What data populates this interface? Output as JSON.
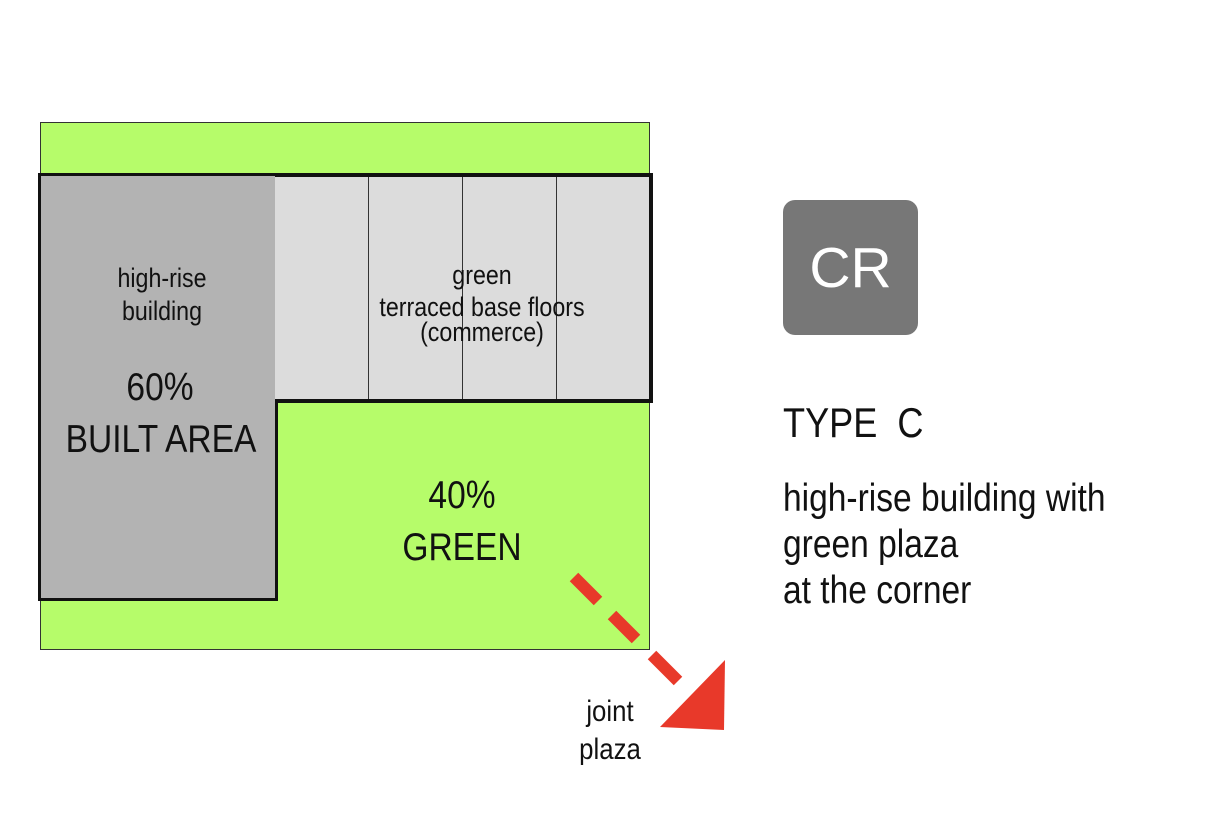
{
  "diagram": {
    "tower": {
      "label_line1": "high-rise",
      "label_line2": "building",
      "percent": "60%",
      "area_label": "BUILT AREA"
    },
    "base": {
      "label_line1": "green",
      "label_line2": "terraced base floors",
      "label_line3": "(commerce)"
    },
    "green": {
      "percent": "40%",
      "label": "GREEN"
    },
    "plaza": {
      "label_line1": "joint",
      "label_line2": "plaza"
    },
    "badge": {
      "text": "CR"
    },
    "type_title": "TYPE  C",
    "description": [
      "high-rise building with",
      "green plaza",
      "at the corner"
    ],
    "colors": {
      "green": "#b6fc6a",
      "tower": "#b3b3b3",
      "base": "#dcdcdc",
      "badge": "#777777",
      "arrow": "#e8392a"
    }
  }
}
